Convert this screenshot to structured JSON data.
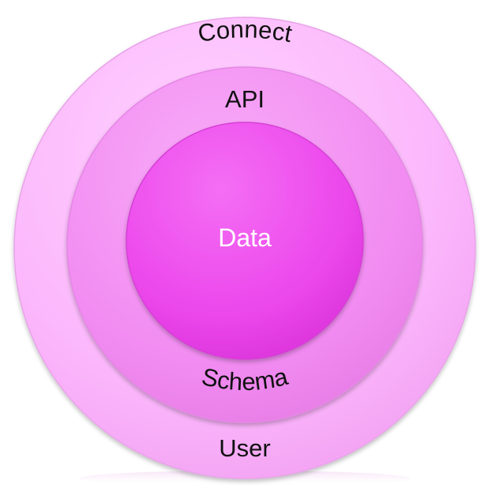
{
  "diagram": {
    "layers": {
      "outer": {
        "top_label": "Connect",
        "bottom_label": "User",
        "color": "#fbb6fb"
      },
      "middle": {
        "top_label": "API",
        "bottom_label": "Schema",
        "color": "#f48ef4"
      },
      "inner": {
        "label": "Data",
        "color": "#ee48ee"
      }
    }
  }
}
